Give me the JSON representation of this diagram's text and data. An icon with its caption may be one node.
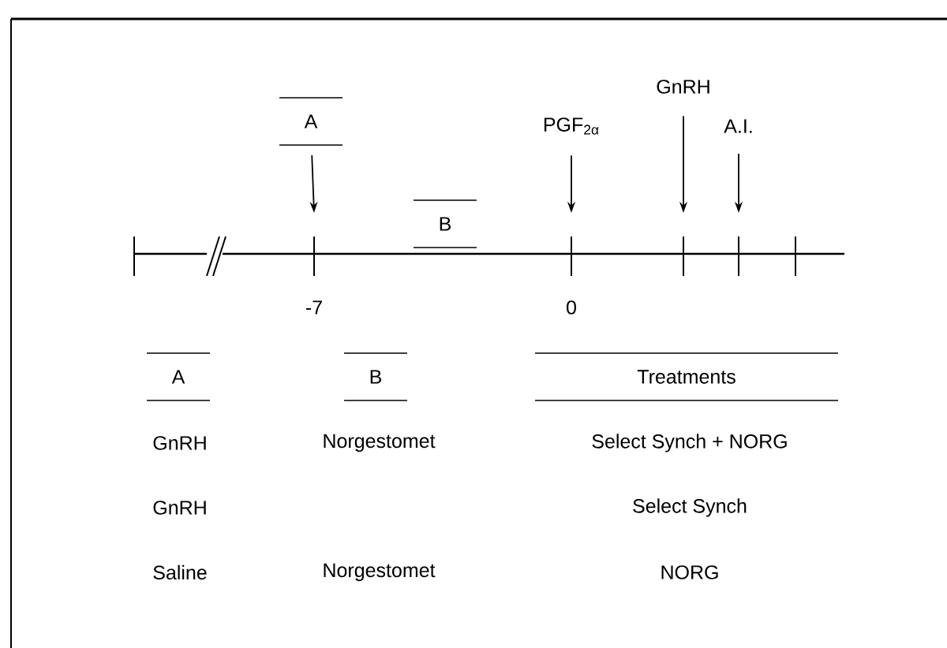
{
  "diagram": {
    "nodes": [
      {
        "text": [
          "A"
        ]
      },
      {
        "text": [
          "PGF$_{2α}$"
        ]
      },
      {
        "text": [
          "GnRH"
        ]
      },
      {
        "text": [
          "A.I."
        ]
      }
    ],
    "edges": [
      {
        "from": 0,
        "to": null,
        "arrow": "to"
      },
      {
        "from": 1,
        "to": null,
        "arrow": "to"
      },
      {
        "from": 2,
        "to": null,
        "arrow": "to"
      },
      {
        "from": 3,
        "to": null,
        "arrow": "to"
      }
    ],
    "labels": [
      "B",
      "-7",
      "0",
      "A",
      "B",
      "Treatments",
      "GnRH",
      "Norgestomet",
      "Select Synch + NORG",
      "GnRH",
      "Select Synch",
      "Saline",
      "Norgestomet",
      "NORG"
    ]
  }
}
